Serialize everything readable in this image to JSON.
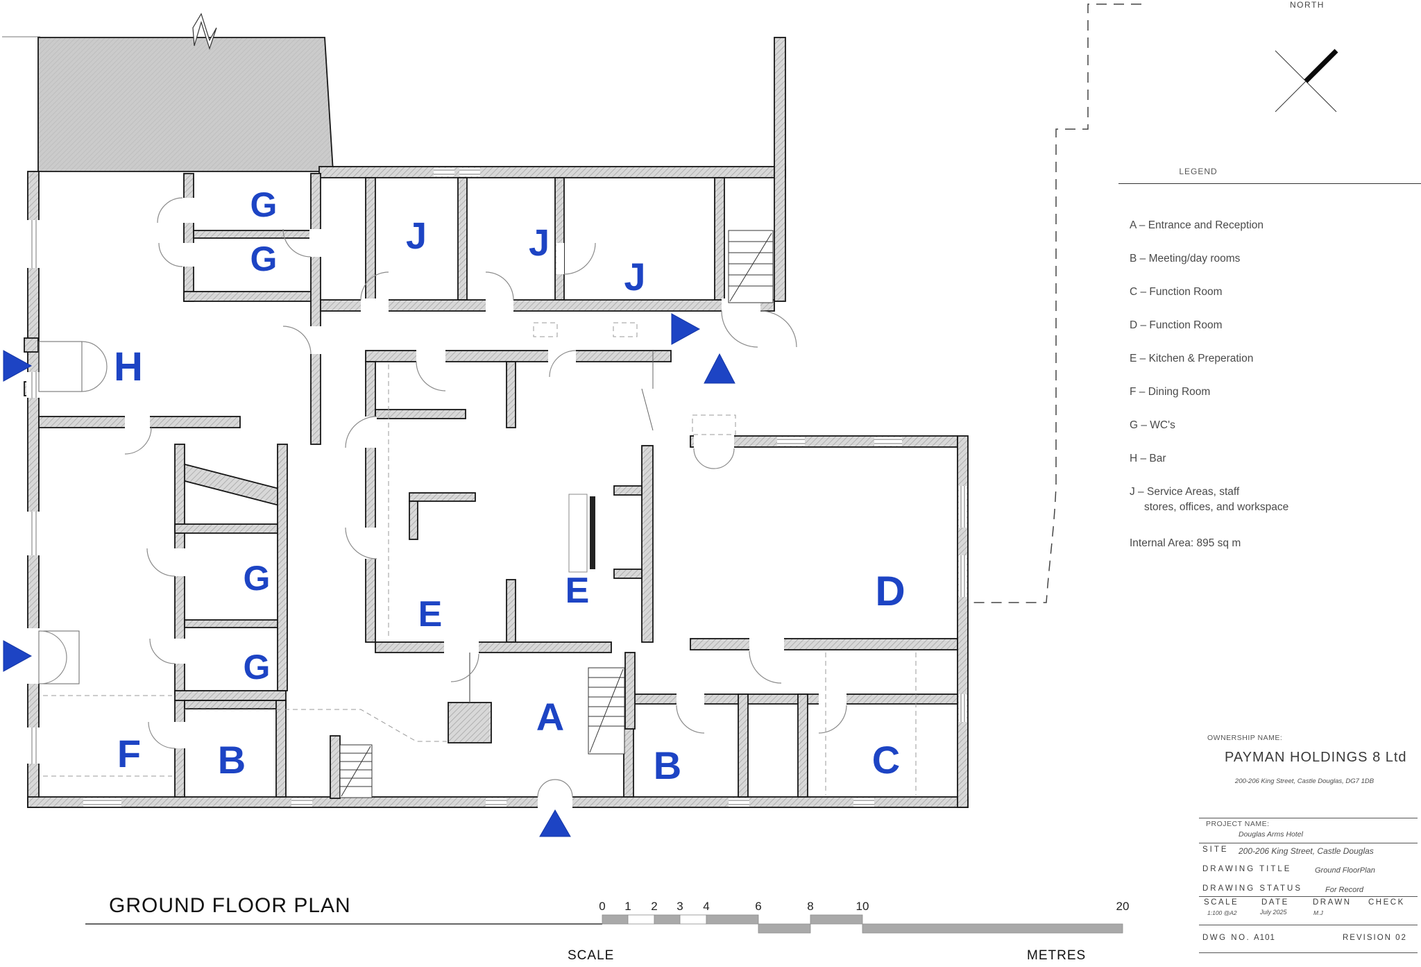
{
  "drawing": {
    "title": "GROUND FLOOR PLAN",
    "north_label": "NORTH"
  },
  "legend": {
    "heading": "LEGEND",
    "items": [
      "A – Entrance and Reception",
      "B – Meeting/day rooms",
      "C – Function Room",
      "D – Function Room",
      "E – Kitchen & Preperation",
      "F – Dining Room",
      "G – WC's",
      "H – Bar",
      "J – Service Areas, staff"
    ],
    "item_j_line2": "stores, offices, and workspace",
    "internal_area": "Internal Area: 895 sq m"
  },
  "scale_bar": {
    "ticks": [
      "0",
      "1",
      "2",
      "3",
      "4",
      "6",
      "8",
      "10",
      "20"
    ],
    "label_left": "SCALE",
    "label_right": "METRES"
  },
  "title_block": {
    "ownership_label": "OWNERSHIP NAME:",
    "ownership_name": "PAYMAN HOLDINGS 8 Ltd",
    "ownership_address": "200-206 King Street, Castle Douglas, DG7 1DB",
    "project_label": "PROJECT NAME:",
    "project_name": "Douglas Arms Hotel",
    "site_label": "SITE",
    "site_value": "200-206 King Street, Castle Douglas",
    "drawing_title_label": "DRAWING TITLE",
    "drawing_title_value": "Ground FloorPlan",
    "drawing_status_label": "DRAWING STATUS",
    "drawing_status_value": "For Record",
    "scale_label": "SCALE",
    "scale_value": "1:100 @A2",
    "date_label": "DATE",
    "date_value": "July 2025",
    "drawn_label": "DRAWN",
    "drawn_value": "M.J",
    "check_label": "CHECK",
    "check_value": "",
    "dwg_label": "DWG  NO.",
    "dwg_value": "A101",
    "revision_label": "REVISION 02"
  },
  "plan": {
    "room_labels": [
      "G",
      "G",
      "J",
      "J",
      "J",
      "H",
      "G",
      "G",
      "E",
      "E",
      "D",
      "F",
      "A",
      "B",
      "B",
      "C"
    ]
  },
  "colors": {
    "label_blue": "#1d44c4",
    "wall_outline": "#161616",
    "wall_fill": "#d8d8d8",
    "hatch_line": "#9f9f9f",
    "scalebar_gray": "#a9a9a9"
  }
}
